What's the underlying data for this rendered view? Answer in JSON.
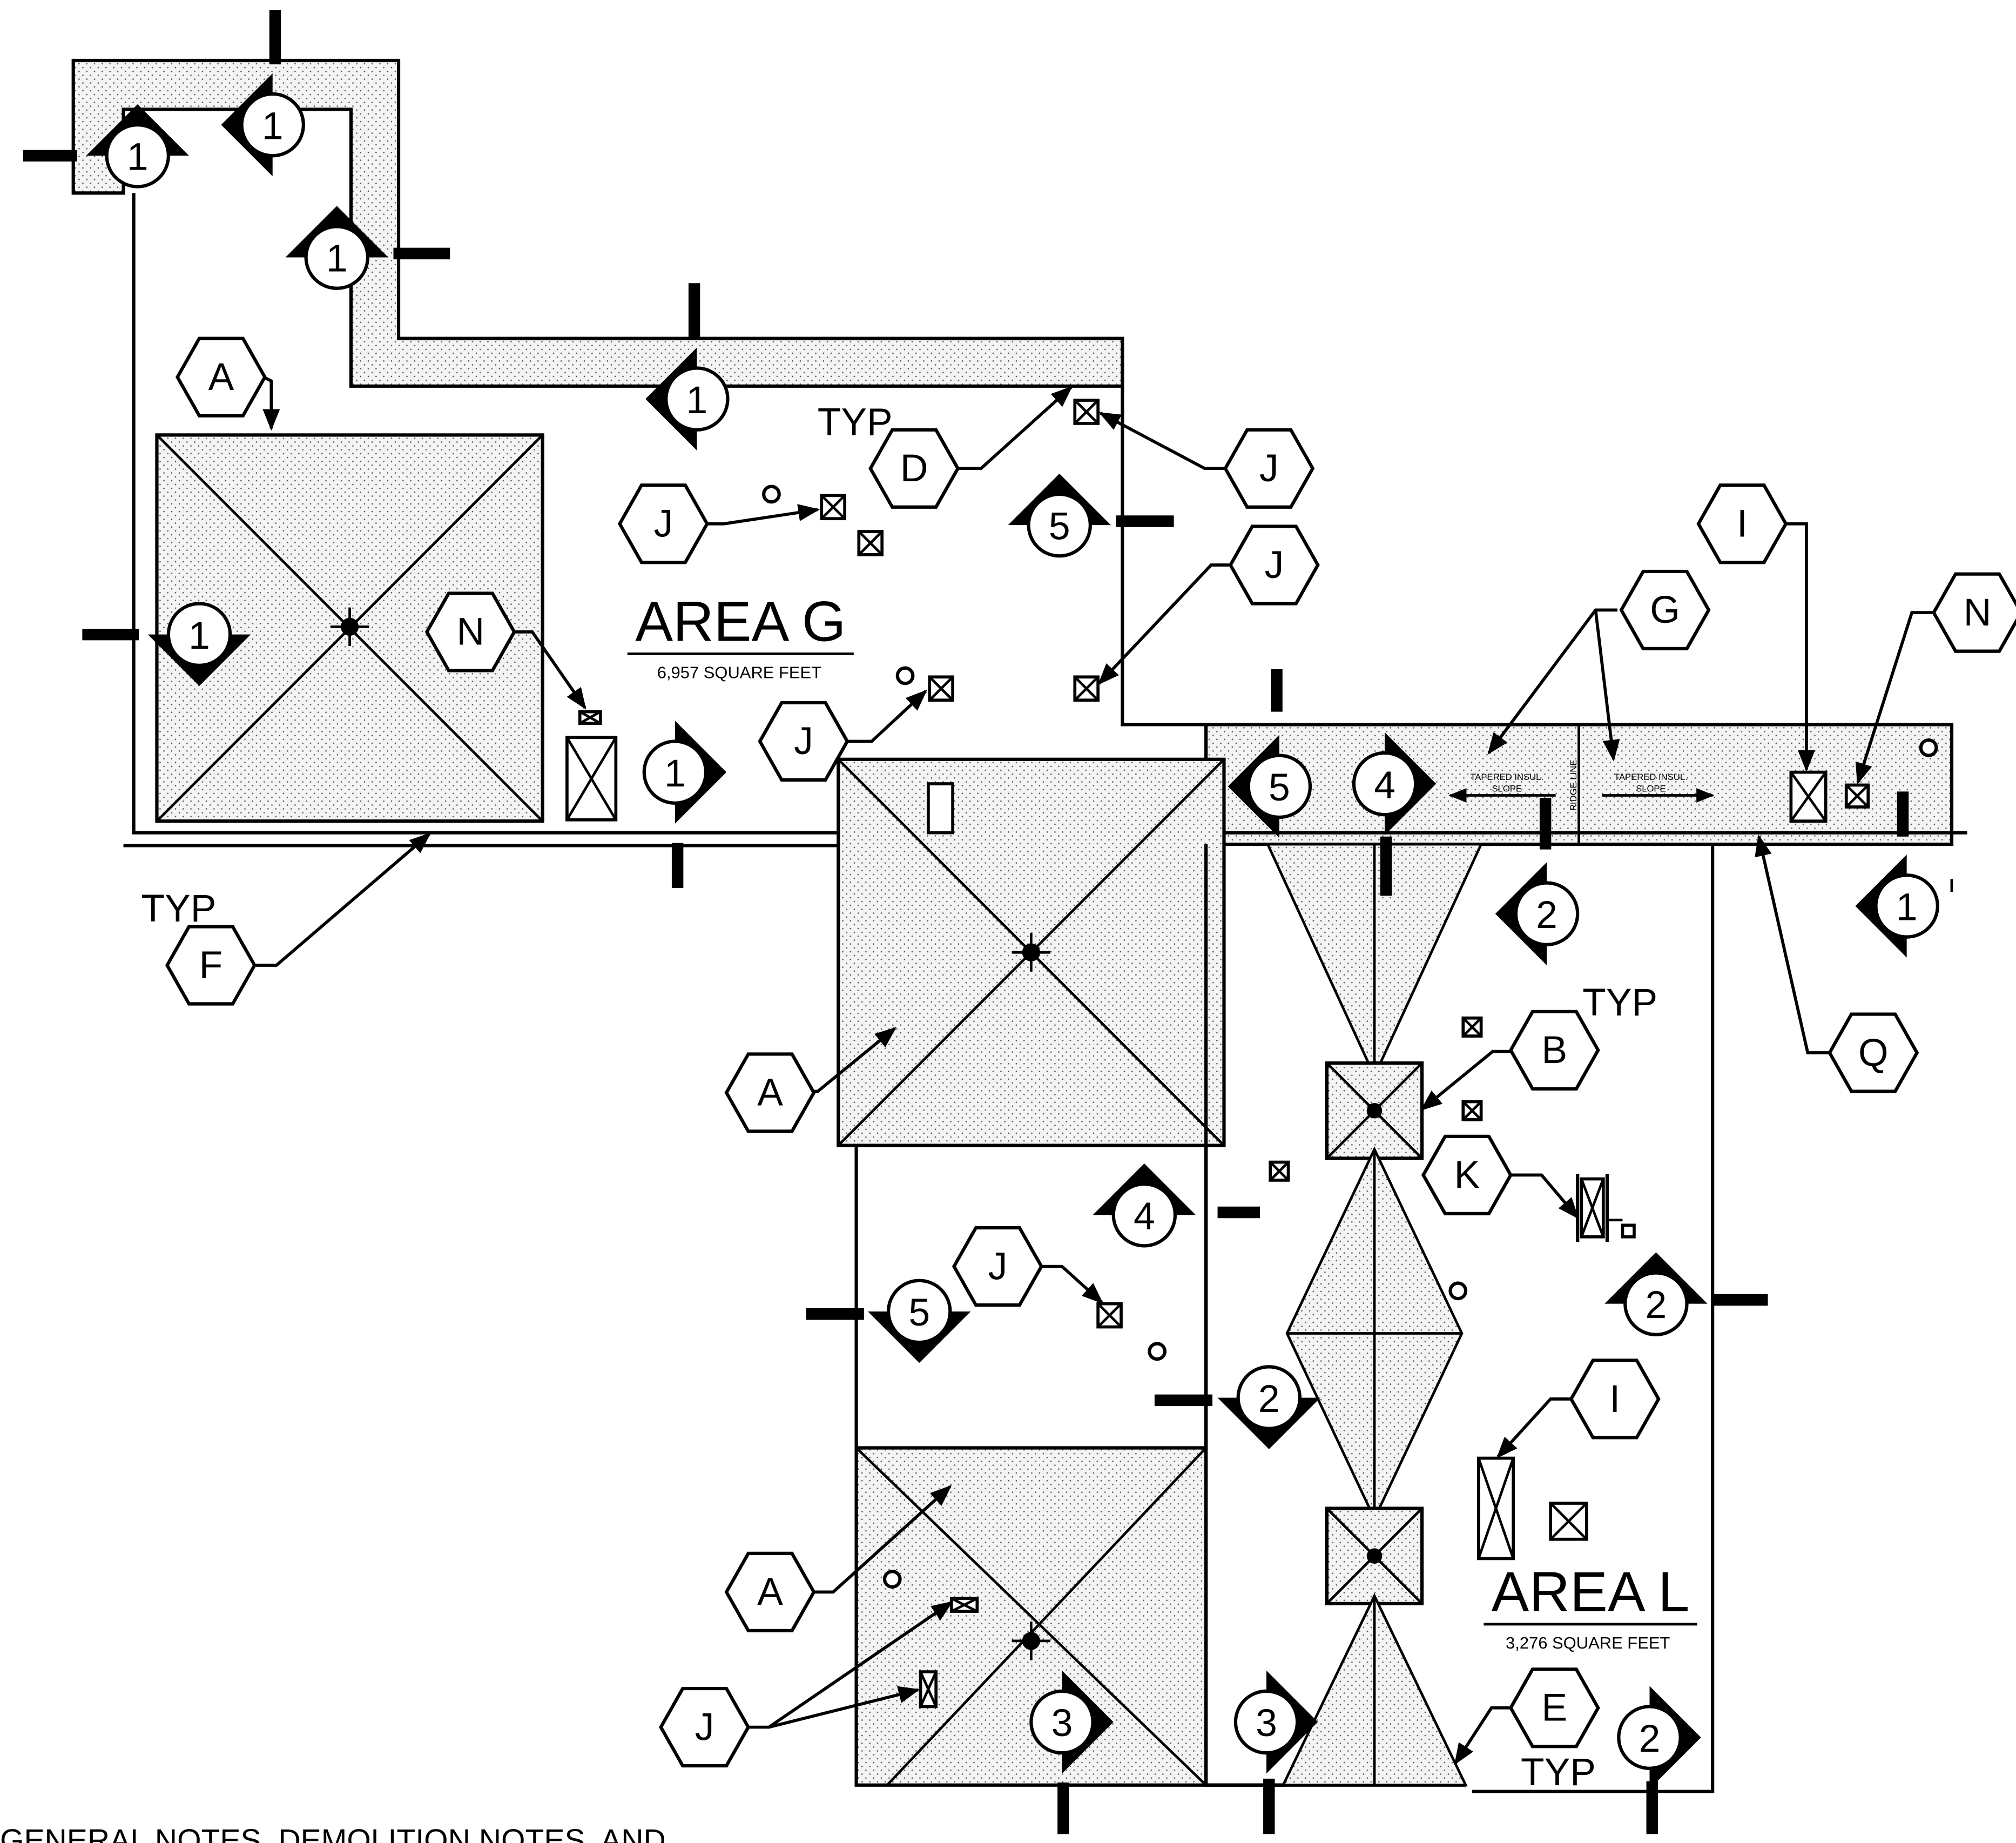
{
  "areas": [
    {
      "name": "AREA G",
      "size": "6,957 SQUARE FEET"
    },
    {
      "name": "AREA L",
      "size": "3,276 SQUARE FEET"
    }
  ],
  "tags": {
    "typ": "TYP",
    "tapered_slope_top": "TAPERED INSUL.",
    "tapered_slope_bottom": "SLOPE",
    "ridge_line": "RIDGE LINE"
  },
  "keynotes": [
    "A",
    "A",
    "A",
    "B",
    "D",
    "E",
    "F",
    "G",
    "I",
    "I",
    "J",
    "J",
    "J",
    "J",
    "J",
    "J",
    "K",
    "N",
    "N",
    "Q"
  ],
  "section_markers": [
    "1",
    "1",
    "1",
    "1",
    "1",
    "1",
    "1",
    "5",
    "5",
    "5",
    "4",
    "4",
    "2",
    "2",
    "2",
    "2",
    "3",
    "3"
  ],
  "footer": {
    "notes_heading": "GENERAL NOTES, DEMOLITION NOTES, AND"
  }
}
